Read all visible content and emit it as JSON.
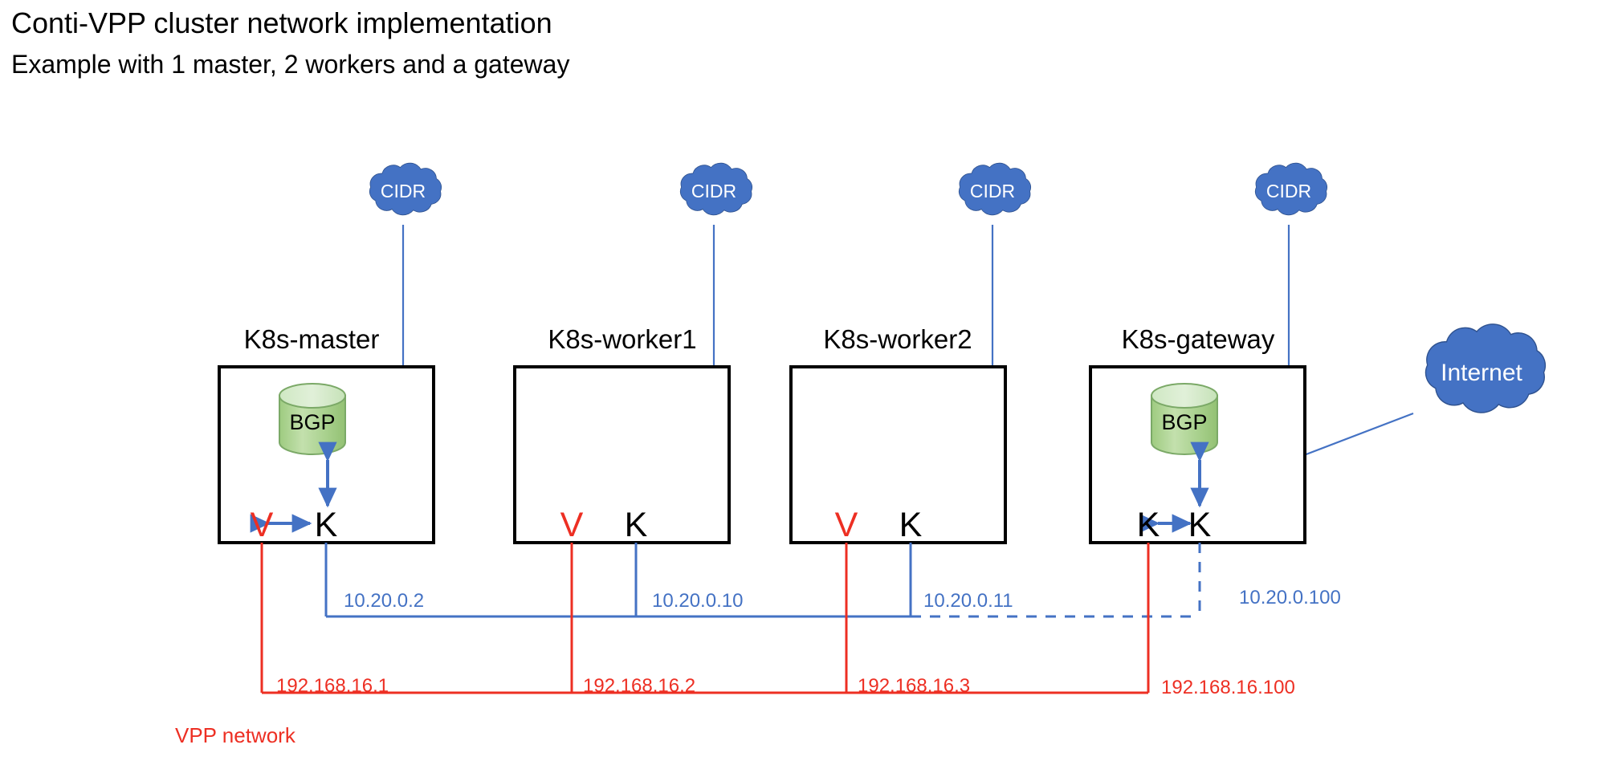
{
  "header": {
    "title": "Conti-VPP cluster network implementation",
    "subtitle": "Example with 1 master, 2 workers and a gateway"
  },
  "clouds": {
    "cidr_label": "CIDR",
    "internet_label": "Internet",
    "cidr_count": 4,
    "color": "#4472C4",
    "border_color": "#2F528F"
  },
  "nodes": [
    {
      "id": "k8s-master",
      "title": "K8s-master",
      "has_bgp": true,
      "bgp_label": "BGP",
      "left_letter": "V",
      "left_letter_color": "#ED2F23",
      "right_letter": "K",
      "right_letter_color": "#000000",
      "has_horizontal_arrow": true,
      "cluster_ip": "10.20.0.2",
      "vpp_ip": "192.168.16.1",
      "cluster_link_style": "solid"
    },
    {
      "id": "k8s-worker1",
      "title": "K8s-worker1",
      "has_bgp": false,
      "bgp_label": "",
      "left_letter": "V",
      "left_letter_color": "#ED2F23",
      "right_letter": "K",
      "right_letter_color": "#000000",
      "has_horizontal_arrow": false,
      "cluster_ip": "10.20.0.10",
      "vpp_ip": "192.168.16.2",
      "cluster_link_style": "solid"
    },
    {
      "id": "k8s-worker2",
      "title": "K8s-worker2",
      "has_bgp": false,
      "bgp_label": "",
      "left_letter": "V",
      "left_letter_color": "#ED2F23",
      "right_letter": "K",
      "right_letter_color": "#000000",
      "has_horizontal_arrow": false,
      "cluster_ip": "10.20.0.11",
      "vpp_ip": "192.168.16.3",
      "cluster_link_style": "solid"
    },
    {
      "id": "k8s-gateway",
      "title": "K8s-gateway",
      "has_bgp": true,
      "bgp_label": "BGP",
      "left_letter": "K",
      "left_letter_color": "#000000",
      "right_letter": "K",
      "right_letter_color": "#000000",
      "has_horizontal_arrow": true,
      "cluster_ip": "10.20.0.100",
      "vpp_ip": "192.168.16.100",
      "cluster_link_style": "dashed"
    }
  ],
  "networks": {
    "vpp_network_label": "VPP network",
    "vpp_color": "#ED2F23",
    "cluster_color": "#4472C4"
  }
}
